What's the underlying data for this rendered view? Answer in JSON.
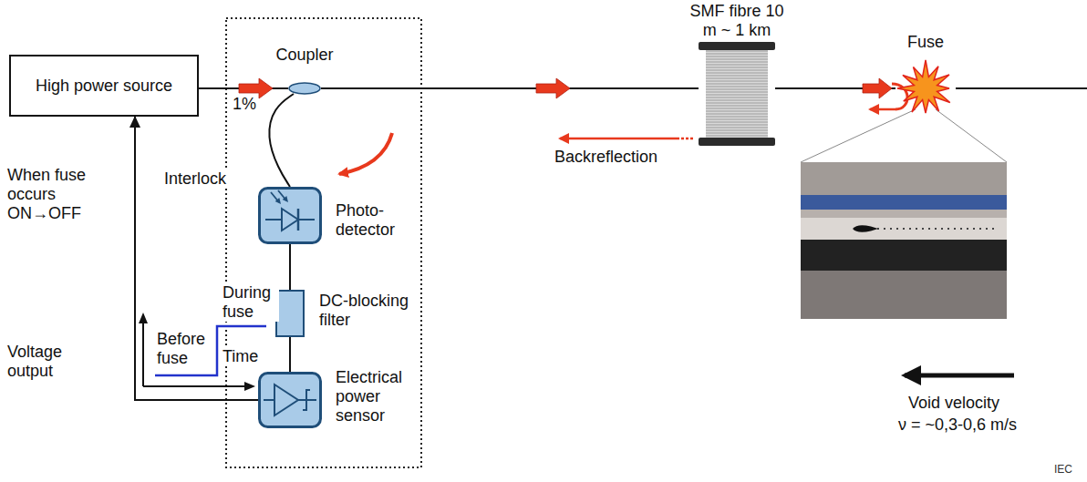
{
  "diagram": {
    "nodes": [
      {
        "text": [
          "High power source"
        ]
      },
      {
        "text": [
          "Coupler"
        ]
      },
      {
        "text": [
          "Photo- detector"
        ]
      },
      {
        "text": [
          "DC-blocking filter"
        ]
      },
      {
        "text": [
          "Electrical power sensor"
        ]
      },
      {
        "text": [
          "SMF fibre 10 m ~ 1 km"
        ]
      },
      {
        "text": [
          "Fuse"
        ]
      }
    ],
    "edges": [
      {
        "from": 0,
        "to": 1,
        "arrow": "none"
      },
      {
        "from": 1,
        "to": 2,
        "arrow": "none"
      },
      {
        "from": 2,
        "to": 3,
        "arrow": "none"
      },
      {
        "from": 3,
        "to": 4,
        "arrow": "none"
      },
      {
        "from": 4,
        "to": 0,
        "arrow": "to",
        "label": "Interlock"
      },
      {
        "from": 1,
        "to": 5,
        "arrow": "none"
      },
      {
        "from": 5,
        "to": 6,
        "arrow": "none"
      }
    ],
    "labels": [
      "1%",
      "Backreflection",
      "When fuse occurs ON→OFF",
      "Voltage output",
      "Before fuse",
      "During fuse",
      "Time",
      "Void velocity",
      "ν = ~0,3-0,6 m/s",
      "IEC"
    ]
  }
}
